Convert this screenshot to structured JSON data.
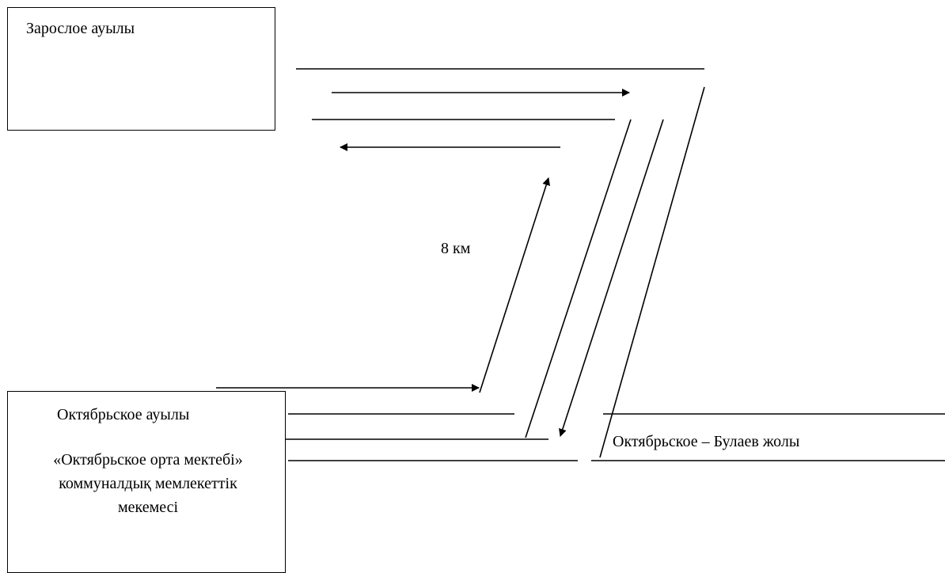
{
  "boxes": {
    "zaroslo": {
      "label": "Зарослое ауылы"
    },
    "oktyabr": {
      "label": "Октябрьское ауылы",
      "school": "«Октябрьское орта мектебі» коммуналдық мемлекеттік мекемесі"
    }
  },
  "distance_label": "8 км",
  "road_label": "Октябрьское – Булаев жолы"
}
